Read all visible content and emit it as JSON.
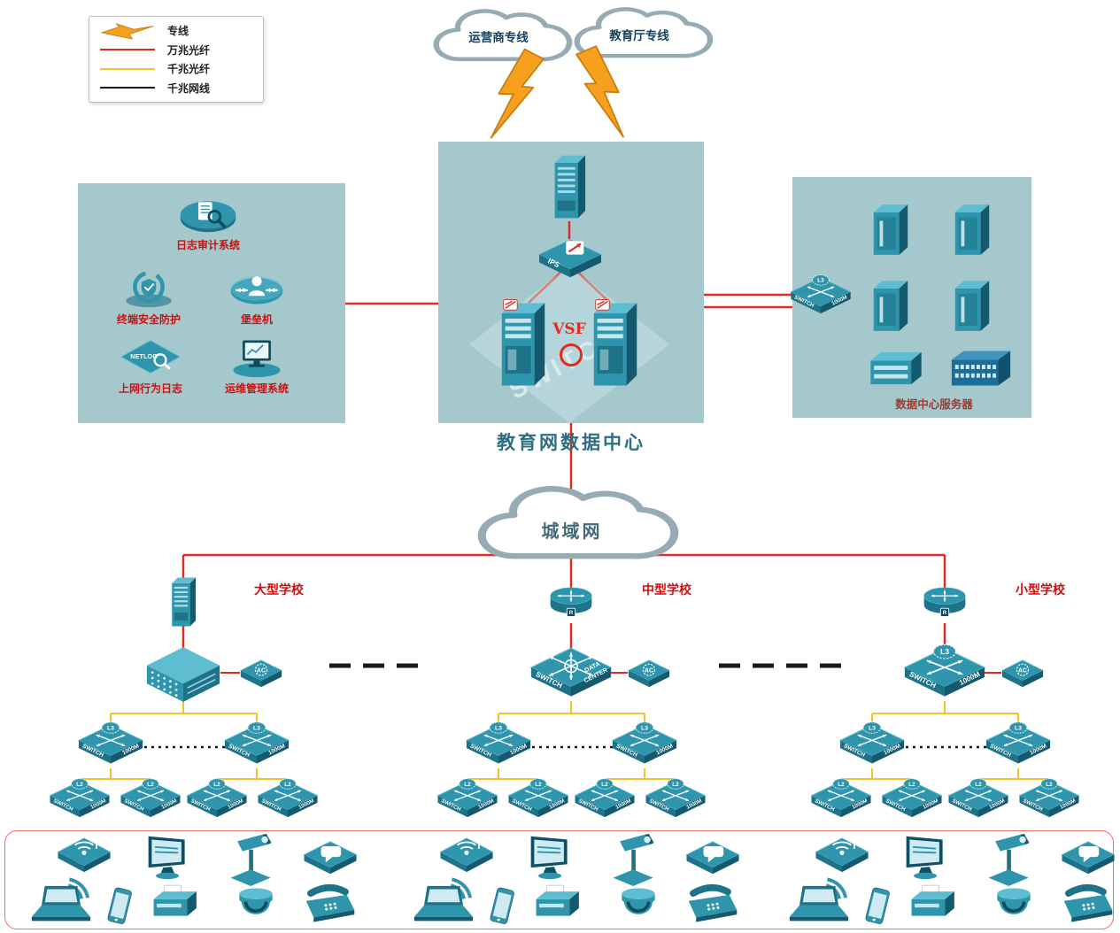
{
  "colors": {
    "line_10g": "#e02b20",
    "line_1g": "#f2c230",
    "line_cable": "#1a1a1a",
    "device": "#2e95ad",
    "panel_bg": "#a5c8cd",
    "label_red": "#cc1111",
    "caption_teal": "#2e6e80",
    "bolt_orange": "#f6a01e",
    "cloud_stroke": "#97abb4"
  },
  "legend": {
    "items": [
      {
        "label": "专线"
      },
      {
        "label": "万兆光纤"
      },
      {
        "label": "千兆光纤"
      },
      {
        "label": "千兆网线"
      }
    ]
  },
  "clouds": {
    "carrier": "运营商专线",
    "education": "教育厅专线",
    "metro": "城域网"
  },
  "datacenter": {
    "caption": "教育网数据中心",
    "vsf": "VSF"
  },
  "left_panel": {
    "items": [
      {
        "label": "日志审计系统"
      },
      {
        "label": "终端安全防护"
      },
      {
        "label": "堡垒机"
      },
      {
        "label": "上网行为日志"
      },
      {
        "label": "运维管理系统"
      }
    ]
  },
  "right_panel": {
    "caption": "数据中心服务器"
  },
  "schools": [
    {
      "name": "大型学校"
    },
    {
      "name": "中型学校"
    },
    {
      "name": "小型学校"
    }
  ],
  "device_labels": {
    "switch": "SWITCH",
    "speed": "1000M",
    "l3": "L3",
    "l2": "L2",
    "ac": "AC",
    "r": "R",
    "ips": "IPS",
    "netlog": "NETLOG",
    "dc1": "DATA",
    "dc2": "CENTER"
  },
  "endpoints": {
    "groups": [
      {
        "devices": [
          "wireless-ap",
          "monitor",
          "ip-camera",
          "voip-phone",
          "wifi-signal",
          "laptop",
          "smartphone",
          "printer",
          "dome-camera",
          "fax-phone"
        ]
      },
      {
        "devices": [
          "wireless-ap",
          "monitor",
          "ip-camera",
          "voip-phone",
          "wifi-signal",
          "laptop",
          "smartphone",
          "printer",
          "dome-camera",
          "fax-phone"
        ]
      },
      {
        "devices": [
          "wireless-ap",
          "monitor",
          "ip-camera",
          "voip-phone",
          "wifi-signal",
          "laptop",
          "smartphone",
          "printer",
          "dome-camera",
          "fax-phone"
        ]
      }
    ]
  }
}
